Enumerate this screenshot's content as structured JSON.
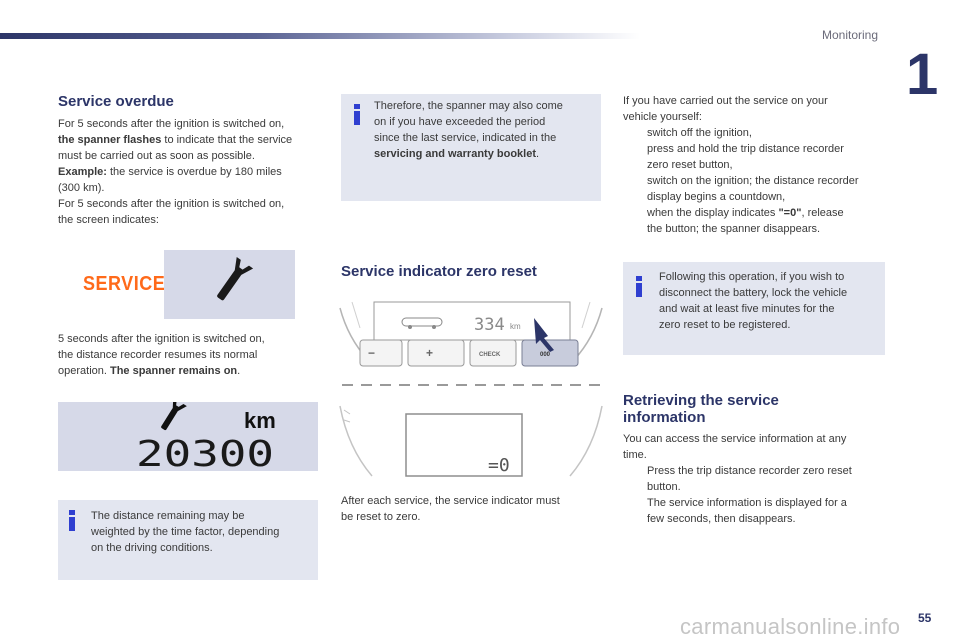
{
  "header": {
    "section": "Monitoring",
    "chapter": "1"
  },
  "service_overdue": {
    "title": "Service overdue",
    "p1_a": "For 5 seconds after the ignition is switched on,",
    "p1_b_bold": "the spanner flashes",
    "p1_b_rest": " to indicate that the service",
    "p1_c": "must be carried out as soon as possible.",
    "p2_bold": "Example:",
    "p2_rest": " the service is overdue by 180 miles",
    "p2_b": "(300 km).",
    "p3_a": "For 5 seconds after the ignition is switched on,",
    "p3_b": "the screen indicates:",
    "display_word": "SERVICE",
    "p4_a": "5 seconds after the ignition is switched on,",
    "p4_b": "the distance recorder resumes its normal",
    "p4_c_rest": "operation. ",
    "p4_c_bold": "The spanner remains on",
    "p4_c_end": ".",
    "odometer_unit": "km",
    "odometer_value": "20300"
  },
  "info_left": {
    "l1": "The distance remaining may be",
    "l2": "weighted by the time factor, depending",
    "l3": "on the driving conditions."
  },
  "info_middle": {
    "l1": "Therefore, the spanner may also come",
    "l2": "on if you have exceeded the period",
    "l3": "since the last service, indicated in the",
    "l4_bold": "servicing and warranty booklet",
    "l4_end": "."
  },
  "zero_reset": {
    "title": "Service indicator zero reset",
    "cluster_km_value": "334",
    "cluster_km_unit": "km",
    "btn_minus": "−",
    "btn_plus": "+",
    "btn_check": "CHECK",
    "btn_zero": "000",
    "small_display": "=0",
    "after_a": "After each service, the service indicator must",
    "after_b": "be reset to zero."
  },
  "right_steps": {
    "intro_a": "If you have carried out the service on your",
    "intro_b": "vehicle yourself:",
    "arrow": "",
    "s1": "switch off the ignition,",
    "s2_a": "press and hold the trip distance recorder",
    "s2_b": "zero reset button,",
    "s3_a": "switch on the ignition; the distance recorder",
    "s3_b": "display begins a countdown,",
    "s4_a_rest": "when the display indicates ",
    "s4_a_bold": "\"=0\"",
    "s4_a_end": ", release",
    "s4_b": "the button; the spanner disappears."
  },
  "info_right": {
    "l1": "Following this operation, if you wish to",
    "l2": "disconnect the battery, lock the vehicle",
    "l3": "and wait at least five minutes for the",
    "l4": "zero reset to be registered."
  },
  "retrieving": {
    "title_a": "Retrieving the service",
    "title_b": "information",
    "p1_a": "You can access the service information at any",
    "p1_b": "time.",
    "s1_a": "Press the trip distance recorder zero reset",
    "s1_b": "button.",
    "s1_c": "The service information is displayed for a",
    "s1_d": "few seconds, then disappears."
  },
  "footer": {
    "page": "55",
    "watermark": "carmanualsonline.info"
  },
  "colors": {
    "navy": "#2c3568",
    "info_blue": "#2f3fd0",
    "service_orange": "#ff6a1a",
    "box_bg": "#e3e6f0",
    "panel_bg": "#d6d9e8"
  }
}
